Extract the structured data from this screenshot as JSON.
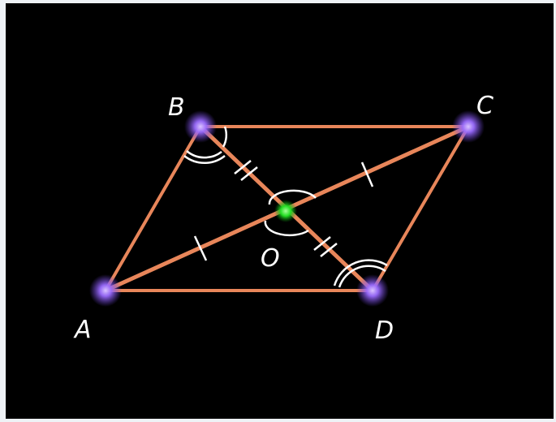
{
  "diagram": {
    "shape": "parallelogram",
    "vertices": {
      "A": "A",
      "B": "B",
      "C": "C",
      "D": "D"
    },
    "center": "O",
    "colors": {
      "background": "#000000",
      "edges": "#e8865a",
      "vertex_glow": "#8a5cff",
      "center_point": "#22dd22",
      "marks": "#ffffff"
    }
  }
}
